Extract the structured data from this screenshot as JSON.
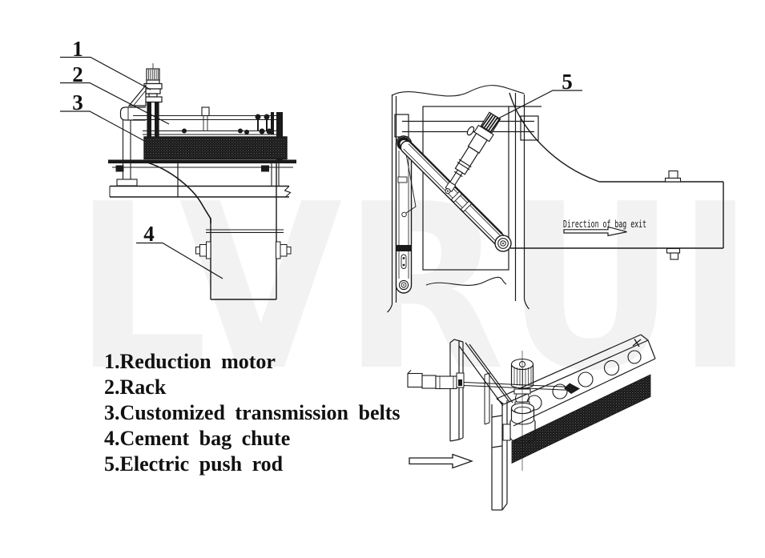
{
  "watermark": "LVRUI",
  "part_labels": {
    "1": "1",
    "2": "2",
    "3": "3",
    "4": "4",
    "5": "5"
  },
  "annotations": {
    "direction_of_bag_exit": "Direction of bag exit"
  },
  "legend": {
    "items": [
      "1.Reduction motor",
      "2.Rack",
      "3.Customized transmission belts",
      "4.Cement bag chute",
      "5.Electric push rod"
    ]
  },
  "colors": {
    "ink": "#1a1a1a",
    "background": "#ffffff",
    "watermark": "#f2f2f2"
  }
}
